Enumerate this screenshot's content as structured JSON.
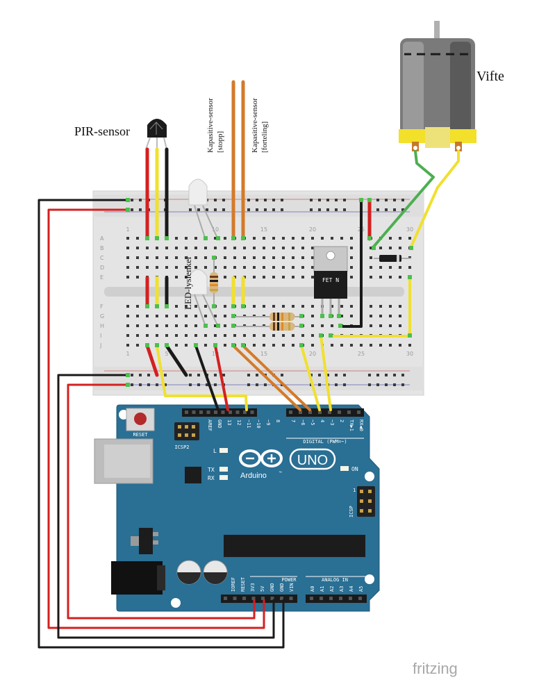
{
  "labels": {
    "pir_sensor": "PIR-sensor",
    "cap_stop_1": "Kapasitive-sensor",
    "cap_stop_2": "[stopp]",
    "cap_count_1": "Kapasitive-sensor",
    "cap_count_2": "[forteling]",
    "led": "LED-lyslenker",
    "fan": "Vifte",
    "fet": "FET N",
    "watermark": "fritzing"
  },
  "breadboard": {
    "rows_top": [
      "A",
      "B",
      "C",
      "D",
      "E"
    ],
    "rows_bottom": [
      "F",
      "G",
      "H",
      "I",
      "J"
    ],
    "col_numbers": [
      "1",
      "5",
      "10",
      "15",
      "20",
      "25",
      "30"
    ]
  },
  "arduino": {
    "reset": "RESET",
    "icsp2": "ICSP2",
    "icsp": "ICSP",
    "brand": "Arduino",
    "tm": "™",
    "model": "UNO",
    "on": "ON",
    "l": "L",
    "tx": "TX",
    "rx": "RX",
    "digital": "DIGITAL (PWM=~)",
    "power": "POWER",
    "analog": "ANALOG IN",
    "digital_pins": [
      "AREF",
      "GND",
      "13",
      "12",
      "~11",
      "~10",
      "~9",
      "8",
      "7",
      "~6",
      "~5",
      "4",
      "~3",
      "2",
      "TX▶1",
      "RX◀0"
    ],
    "power_pins": [
      "IOREF",
      "RESET",
      "3V3",
      "5V",
      "GND",
      "GND",
      "VIN"
    ],
    "analog_pins": [
      "A0",
      "A1",
      "A2",
      "A3",
      "A4",
      "A5"
    ],
    "icsp_num": "1"
  },
  "colors": {
    "board_blue": "#2a6f94",
    "breadboard": "#e6e6e6",
    "wire_red": "#d42020",
    "wire_black": "#1a1a1a",
    "wire_yellow": "#f0e030",
    "wire_orange": "#d47a2a",
    "wire_green": "#4caf50",
    "fan_yellow": "#f2e02a"
  }
}
